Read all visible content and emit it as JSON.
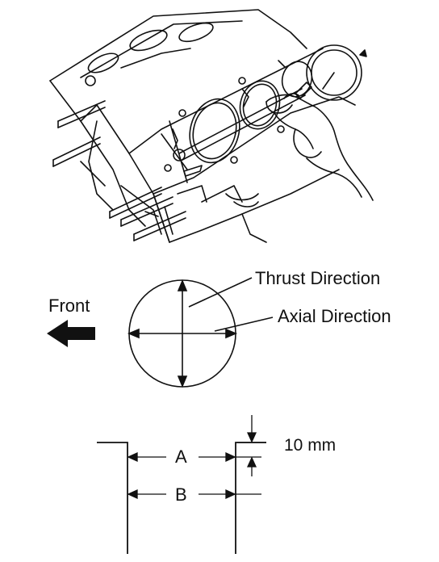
{
  "labels": {
    "thrust_direction": "Thrust Direction",
    "axial_direction": "Axial Direction",
    "front": "Front",
    "point_a": "A",
    "point_b": "B",
    "offset": "10 mm"
  },
  "colors": {
    "ink": "#111111",
    "background": "#ffffff"
  },
  "icons": {
    "front_arrow": "arrow-left-icon",
    "illustration": "engine-block-dial-gauge-illustration"
  }
}
